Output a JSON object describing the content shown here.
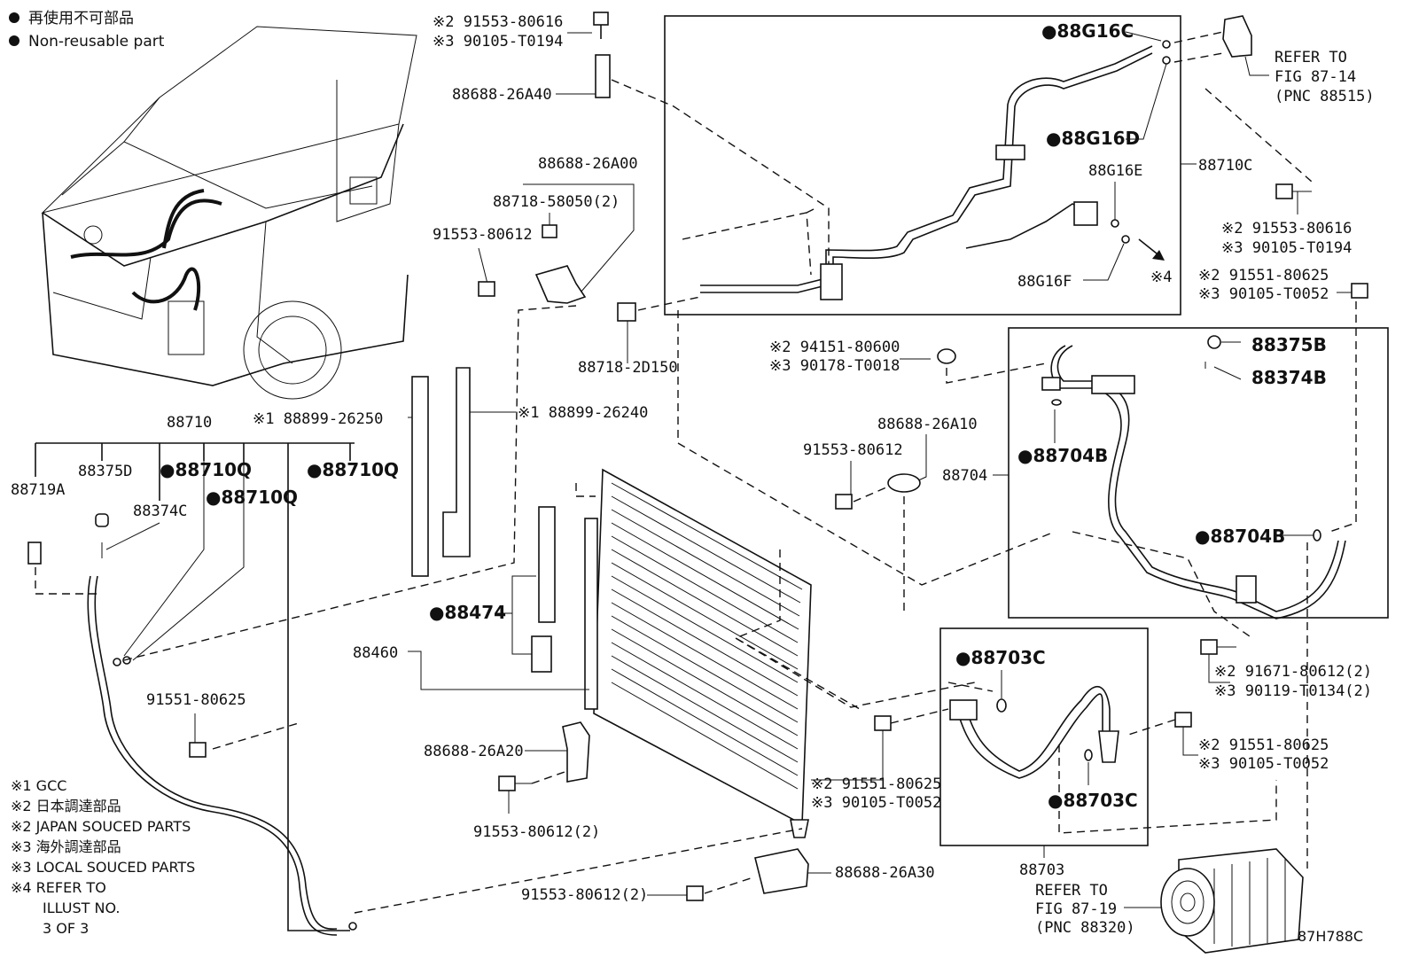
{
  "legend": {
    "non_reusable_jp": "再使用不可部品",
    "non_reusable_en": "Non-reusable part"
  },
  "footnotes": [
    "※1 GCC",
    "※2 日本調達部品",
    "※2 JAPAN SOUCED PARTS",
    "※3 海外調達部品",
    "※3 LOCAL SOUCED PARTS",
    "※4  REFER TO",
    "ILLUST NO.",
    "3 OF 3"
  ],
  "parts": {
    "p_2_91553_80616_top": "※2 91553-80616",
    "p_3_90105_T0194_top": "※3 90105-T0194",
    "p_88688_26A40": "88688-26A40",
    "p_88688_26A00": "88688-26A00",
    "p_88718_58050": "88718-58050(2)",
    "p_91553_80612_a": "91553-80612",
    "p_88718_2D150": "88718-2D150",
    "p_88899_26250": "※1 88899-26250",
    "p_88899_26240": "※1 88899-26240",
    "p_88710": "88710",
    "p_88375D": "88375D",
    "p_88710Q_a": "●88710Q",
    "p_88710Q_b": "●88710Q",
    "p_88710Q_c": "●88710Q",
    "p_88719A": "88719A",
    "p_88374C": "88374C",
    "p_88474": "●88474",
    "p_88460": "88460",
    "p_91551_80625_left": "91551-80625",
    "p_88688_26A20": "88688-26A20",
    "p_91553_80612_2_a": "91553-80612(2)",
    "p_91553_80612_2_b": "91553-80612(2)",
    "p_88688_26A30": "88688-26A30",
    "p_88G16C": "●88G16C",
    "p_88G16D": "●88G16D",
    "p_88G16E": "88G16E",
    "p_88G16F": "88G16F",
    "p_88710C": "88710C",
    "p_note4": "※4",
    "refer_87_14_a": "REFER TO",
    "refer_87_14_b": "FIG 87-14",
    "refer_87_14_c": "(PNC 88515)",
    "p_2_91553_80616_right": "※2 91553-80616",
    "p_3_90105_T0194_right": "※3 90105-T0194",
    "p_2_91551_80625_a": "※2 91551-80625",
    "p_3_90105_T0052_a": "※3 90105-T0052",
    "p_2_94151_80600": "※2 94151-80600",
    "p_3_90178_T0018": "※3 90178-T0018",
    "p_88688_26A10": "88688-26A10",
    "p_91553_80612_b": "91553-80612",
    "p_88375B": "88375B",
    "p_88374B": "88374B",
    "p_88704": "88704",
    "p_88704B_a": "●88704B",
    "p_88704B_b": "●88704B",
    "p_2_91671_80612": "※2 91671-80612(2)",
    "p_3_90119_T0134": "※3 90119-T0134(2)",
    "p_88703C_a": "●88703C",
    "p_88703C_b": "●88703C",
    "p_2_91551_80625_b": "※2 91551-80625",
    "p_3_90105_T0052_b": "※3 90105-T0052",
    "p_2_91551_80625_c": "※2 91551-80625",
    "p_3_90105_T0052_c": "※3 90105-T0052",
    "p_88703": "88703",
    "refer_87_19_a": "REFER TO",
    "refer_87_19_b": "FIG 87-19",
    "refer_87_19_c": "(PNC 88320)",
    "fig_id": "87H788C"
  }
}
